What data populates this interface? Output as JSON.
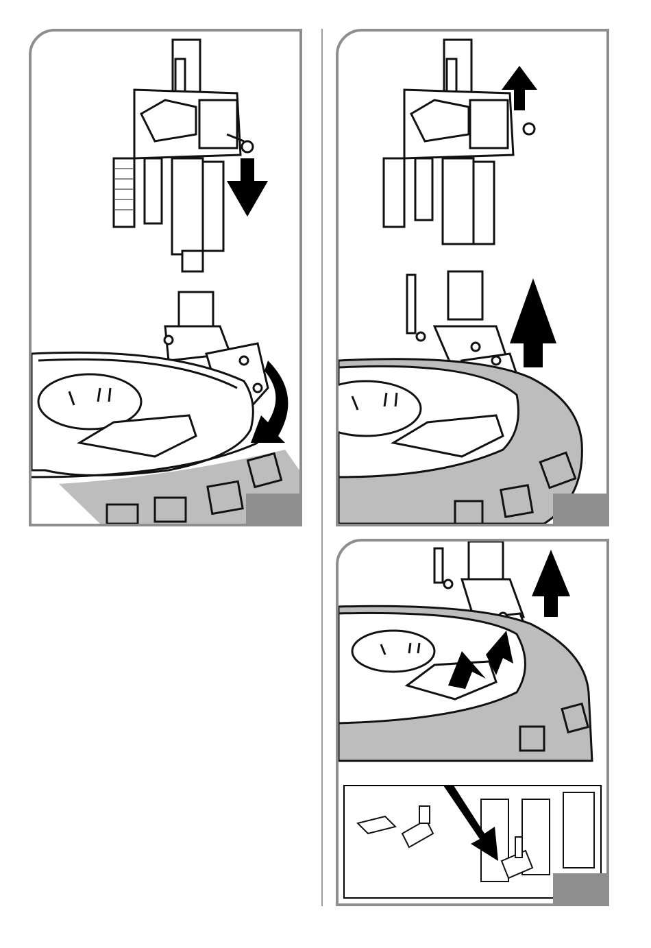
{
  "page": {
    "background": "#ffffff"
  },
  "colors": {
    "panel_border": "#8e8e8e",
    "tire_fill": "#bdbdbd",
    "line": "#111111",
    "arrow": "#000000"
  },
  "panels": [
    {
      "id": 1,
      "label": "",
      "icons": [
        "tool-head-icon",
        "down-arrow-icon",
        "rotate-arrow-icon",
        "wheel-rim-icon"
      ]
    },
    {
      "id": 2,
      "label": "",
      "icons": [
        "tool-head-icon",
        "up-arrow-icon",
        "lift-arrow-icon",
        "tire-bead-icon"
      ]
    },
    {
      "id": 3,
      "label": "",
      "icons": [
        "bead-lift-icon",
        "up-arrow-icon",
        "pedal-icon",
        "down-arrow-icon"
      ]
    }
  ]
}
